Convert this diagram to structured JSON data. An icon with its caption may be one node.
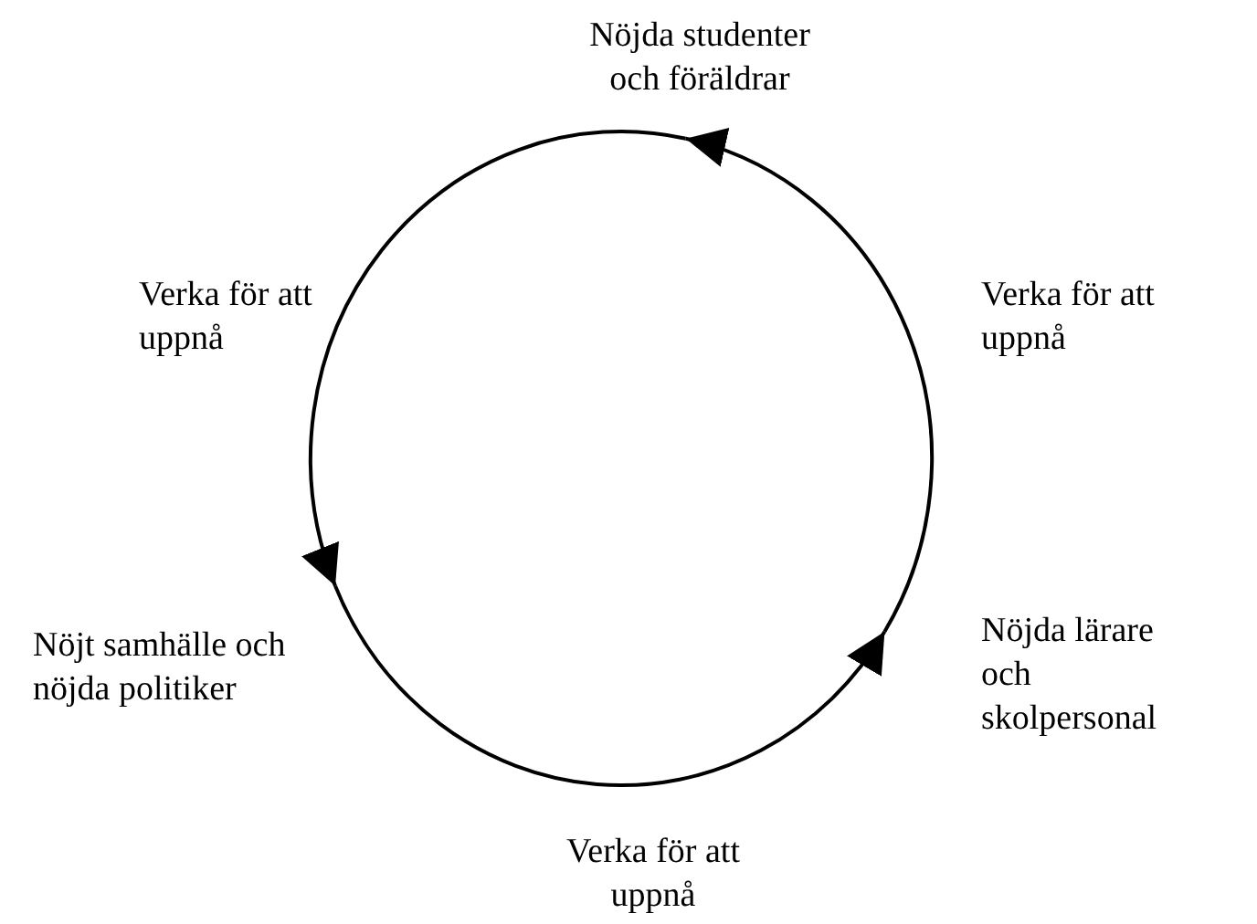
{
  "diagram": {
    "nodes": [
      {
        "text": [
          "Nöjda studenter och föräldrar"
        ]
      },
      {
        "text": [
          "Nöjt samhälle och nöjda politiker"
        ]
      },
      {
        "text": [
          "Nöjda lärare och skolpersonal"
        ]
      }
    ],
    "edges": [
      {
        "from": 2,
        "to": 0,
        "arrow": "to",
        "label": "Verka för att uppnå"
      },
      {
        "from": 0,
        "to": 1,
        "arrow": "to",
        "label": "Verka för att uppnå"
      },
      {
        "from": 1,
        "to": 2,
        "arrow": "to",
        "label": "Verka för att uppnå"
      }
    ]
  }
}
